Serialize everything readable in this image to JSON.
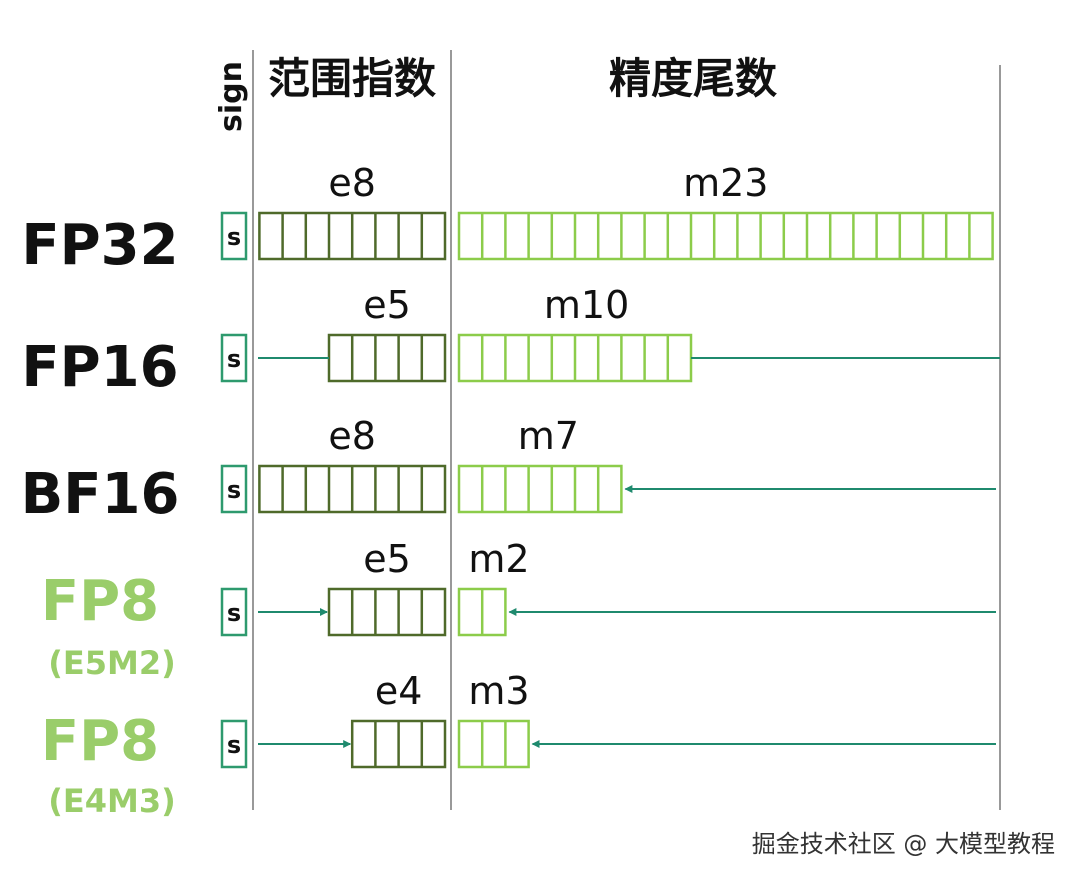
{
  "headers": {
    "sign": "sign",
    "exponent": "范围指数",
    "mantissa": "精度尾数"
  },
  "sign_symbol": "s",
  "formats": [
    {
      "name": "FP32",
      "subtitle": "",
      "exp_label": "e8",
      "man_label": "m23",
      "exp_bits": 8,
      "man_bits": 23,
      "name_color": "black"
    },
    {
      "name": "FP16",
      "subtitle": "",
      "exp_label": "e5",
      "man_label": "m10",
      "exp_bits": 5,
      "man_bits": 10,
      "name_color": "black"
    },
    {
      "name": "BF16",
      "subtitle": "",
      "exp_label": "e8",
      "man_label": "m7",
      "exp_bits": 8,
      "man_bits": 7,
      "name_color": "black"
    },
    {
      "name": "FP8",
      "subtitle": "(E5M2)",
      "exp_label": "e5",
      "man_label": "m2",
      "exp_bits": 5,
      "man_bits": 2,
      "name_color": "green"
    },
    {
      "name": "FP8",
      "subtitle": "(E4M3)",
      "exp_label": "e4",
      "man_label": "m3",
      "exp_bits": 4,
      "man_bits": 3,
      "name_color": "green"
    }
  ],
  "colors": {
    "sign_border": "#2e9a6e",
    "exp_border": "#4f6a2a",
    "man_border": "#8ccc4a",
    "arrow": "#1f8a6e",
    "divider": "#999999",
    "green_text": "#9acd6a"
  },
  "watermark": "掘金技术社区 @ 大模型教程"
}
